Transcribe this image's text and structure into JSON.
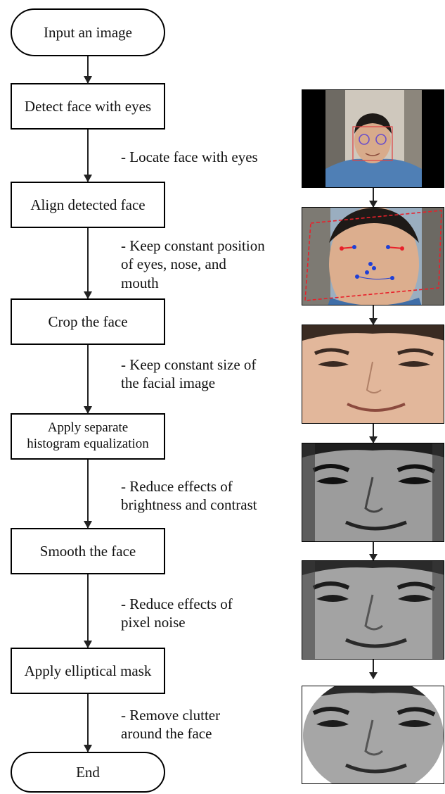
{
  "steps": [
    {
      "label": "Input an image"
    },
    {
      "label": "Detect face with eyes"
    },
    {
      "label": "Align detected face"
    },
    {
      "label": "Crop the face"
    },
    {
      "label": "Apply separate\nhistogram equalization"
    },
    {
      "label": "Smooth the face"
    },
    {
      "label": "Apply elliptical mask"
    },
    {
      "label": "End"
    }
  ],
  "notes": [
    "- Locate face with eyes",
    "- Keep constant position\nof eyes, nose, and\nmouth",
    "- Keep constant size of\nthe facial image",
    "- Reduce effects of\nbrightness and contrast",
    "- Reduce effects of\npixel noise",
    "- Remove clutter\naround the face"
  ],
  "colors": {
    "line": "#222222",
    "landmark_red": "#e8202a",
    "landmark_blue": "#1f3fd6",
    "detect_circle": "#6a4fc9"
  }
}
